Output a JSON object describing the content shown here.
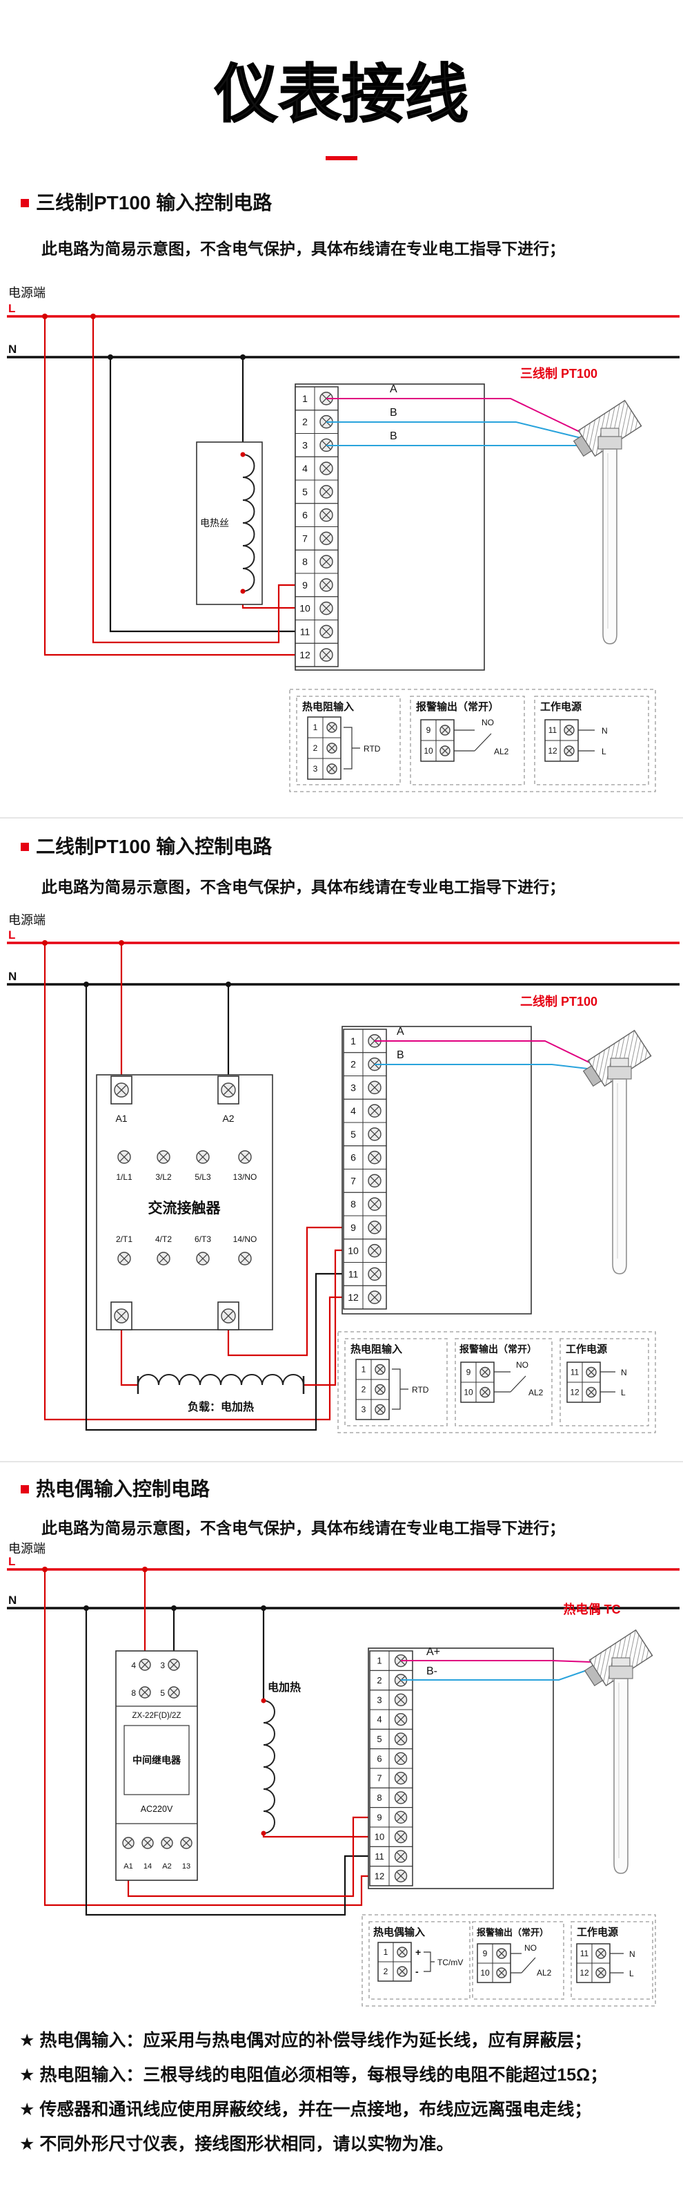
{
  "header": {
    "title": "仪表接线"
  },
  "sections": [
    {
      "heading": "三线制PT100 输入控制电路",
      "warning": "此电路为简易示意图，不含电气保护，具体布线请在专业电工指导下进行；",
      "power_label": "电源端",
      "l": "L",
      "n": "N",
      "heater_label": "电热丝",
      "sensor_label": "三线制  PT100",
      "wire_a": "A",
      "wire_b1": "B",
      "wire_b2": "B",
      "terminal_numbers": [
        "1",
        "2",
        "3",
        "4",
        "5",
        "6",
        "7",
        "8",
        "9",
        "10",
        "11",
        "12"
      ],
      "legend": {
        "rtd_title": "热电阻输入",
        "rtd_rows": [
          "1",
          "2",
          "3"
        ],
        "rtd_label": "RTD",
        "alarm_title": "报警输出（常开）",
        "alarm_rows": [
          "9",
          "10"
        ],
        "alarm_no": "NO",
        "alarm_name": "AL2",
        "power_title": "工作电源",
        "power_rows": [
          "11",
          "12"
        ],
        "power_n": "N",
        "power_l": "L"
      }
    },
    {
      "heading": "二线制PT100 输入控制电路",
      "warning": "此电路为简易示意图，不含电气保护，具体布线请在专业电工指导下进行；",
      "power_label": "电源端",
      "l": "L",
      "n": "N",
      "contactor_title": "交流接触器",
      "contactor_a1": "A1",
      "contactor_a2": "A2",
      "contactor_row1": [
        "1/L1",
        "3/L2",
        "5/L3",
        "13/NO"
      ],
      "contactor_row2": [
        "2/T1",
        "4/T2",
        "6/T3",
        "14/NO"
      ],
      "load_label": "负载：电加热",
      "sensor_label": "二线制  PT100",
      "wire_a": "A",
      "wire_b": "B",
      "terminal_numbers": [
        "1",
        "2",
        "3",
        "4",
        "5",
        "6",
        "7",
        "8",
        "9",
        "10",
        "11",
        "12"
      ],
      "legend": {
        "rtd_title": "热电阻输入",
        "rtd_rows": [
          "1",
          "2",
          "3"
        ],
        "rtd_label": "RTD",
        "alarm_title": "报警输出（常开）",
        "alarm_rows": [
          "9",
          "10"
        ],
        "alarm_no": "NO",
        "alarm_name": "AL2",
        "power_title": "工作电源",
        "power_rows": [
          "11",
          "12"
        ],
        "power_n": "N",
        "power_l": "L"
      }
    },
    {
      "heading": "热电偶输入控制电路",
      "warning": "此电路为简易示意图，不含电气保护，具体布线请在专业电工指导下进行；",
      "power_label": "电源端",
      "l": "L",
      "n": "N",
      "relay_model": "ZX-22F(D)/2Z",
      "relay_title": "中间继电器",
      "relay_voltage": "AC220V",
      "relay_top_terminals": [
        "4",
        "3",
        "8",
        "5"
      ],
      "relay_bottom_terminals": [
        "A1",
        "14",
        "A2",
        "13"
      ],
      "heater_label": "电加热",
      "sensor_label": "热电偶  TC",
      "wire_a": "A+",
      "wire_b": "B-",
      "terminal_numbers": [
        "1",
        "2",
        "3",
        "4",
        "5",
        "6",
        "7",
        "8",
        "9",
        "10",
        "11",
        "12"
      ],
      "legend": {
        "tc_title": "热电偶输入",
        "tc_rows": [
          "1",
          "2"
        ],
        "tc_plus": "+",
        "tc_minus": "-",
        "tc_label": "TC/mV",
        "alarm_title": "报警输出（常开）",
        "alarm_rows": [
          "9",
          "10"
        ],
        "alarm_no": "NO",
        "alarm_name": "AL2",
        "power_title": "工作电源",
        "power_rows": [
          "11",
          "12"
        ],
        "power_n": "N",
        "power_l": "L"
      }
    }
  ],
  "footnotes": [
    "★  热电偶输入：应采用与热电偶对应的补偿导线作为延长线，应有屏蔽层；",
    "★  热电阻输入：三根导线的电阻值必须相等，每根导线的电阻不能超过15Ω；",
    "★  传感器和通讯线应使用屏蔽绞线，并在一点接地，布线应远离强电走线；",
    "★  不同外形尺寸仪表，接线图形状相同，请以实物为准。"
  ],
  "colors": {
    "accent_red": "#e60012",
    "wire_blue": "#29a3dc",
    "wire_magenta": "#e0007f"
  }
}
